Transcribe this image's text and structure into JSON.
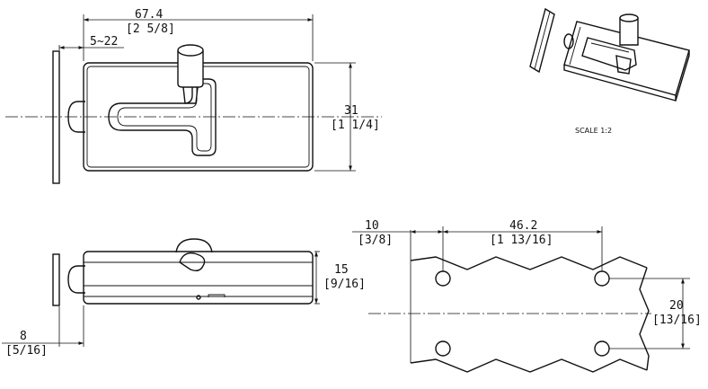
{
  "top_view": {
    "length": "67.4",
    "length_in": "[2 5/8]",
    "throw": "5~22",
    "height": "31",
    "height_in": "[1 1/4]"
  },
  "side_view": {
    "height": "15",
    "height_in": "[9/16]",
    "offset": "8",
    "offset_in": "[5/16]"
  },
  "hole_view": {
    "edge": "10",
    "edge_in": "[3/8]",
    "spacing": "46.2",
    "spacing_in": "[1 13/16]",
    "vertical": "20",
    "vertical_in": "[13/16]"
  },
  "iso_view": {
    "scale": "SCALE 1:2"
  }
}
